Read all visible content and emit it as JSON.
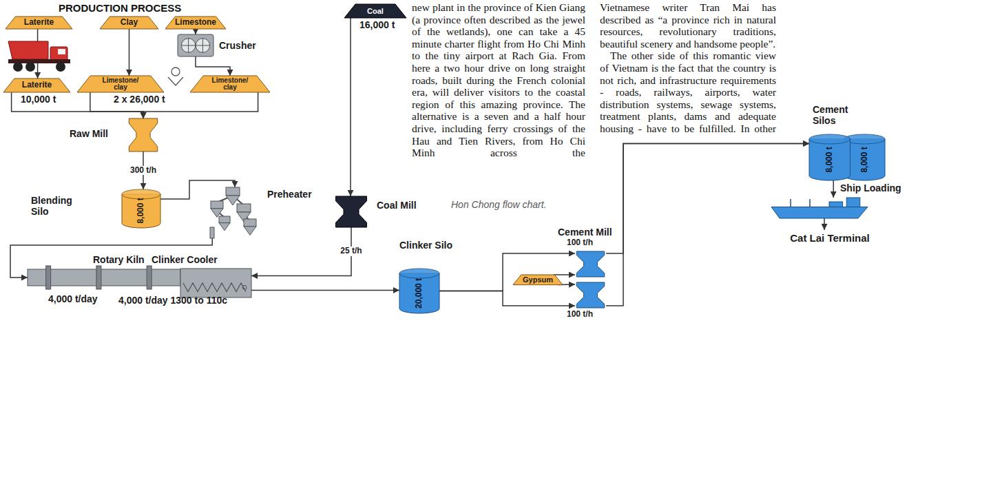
{
  "diagram": {
    "title": "PRODUCTION PROCESS",
    "caption": "Hon Chong flow chart.",
    "nodes": [
      {
        "text": [
          "Laterite"
        ]
      },
      {
        "text": [
          "Clay"
        ]
      },
      {
        "text": [
          "Limestone"
        ]
      },
      {
        "text": [
          "Coal",
          "16,000 t"
        ]
      },
      {
        "text": [
          "Crusher"
        ]
      },
      {
        "text": [
          "Laterite",
          "10,000 t"
        ]
      },
      {
        "text": [
          "Limestone/ clay"
        ]
      },
      {
        "text": [
          "Limestone/ clay"
        ]
      },
      {
        "text": [
          "Raw Mill"
        ]
      },
      {
        "text": [
          "Blending Silo",
          "8,000 t"
        ]
      },
      {
        "text": [
          "Preheater"
        ]
      },
      {
        "text": [
          "Coal Mill"
        ]
      },
      {
        "text": [
          "Rotary Kiln",
          "4,000 t/day"
        ]
      },
      {
        "text": [
          "Clinker Cooler",
          "4,000 t/day 1300 to 110c"
        ]
      },
      {
        "text": [
          "Clinker Silo",
          "20,000 t"
        ]
      },
      {
        "text": [
          "Gypsum"
        ]
      },
      {
        "text": [
          "Cement Mill",
          "100 t/h"
        ]
      },
      {
        "text": [
          "100 t/h"
        ]
      },
      {
        "text": [
          "Cement Silos",
          "8,000 t",
          "8,000 t"
        ]
      },
      {
        "text": [
          "Ship Loading"
        ]
      },
      {
        "text": [
          "Cat Lai Terminal"
        ]
      }
    ],
    "edges": [
      {
        "from": 0,
        "to": 5,
        "arrow": "to"
      },
      {
        "from": 1,
        "to": 6,
        "arrow": "to"
      },
      {
        "from": 2,
        "to": 4,
        "arrow": "to"
      },
      {
        "from": 4,
        "to": 7,
        "arrow": "to"
      },
      {
        "from": 5,
        "to": 8,
        "arrow": "to"
      },
      {
        "from": 6,
        "to": 8,
        "arrow": "to"
      },
      {
        "from": 7,
        "to": 8,
        "arrow": "to"
      },
      {
        "from": 8,
        "to": 9,
        "label": "300 t/h",
        "arrow": "to"
      },
      {
        "from": 9,
        "to": 10,
        "arrow": "to"
      },
      {
        "from": 10,
        "to": 12,
        "arrow": "to"
      },
      {
        "from": 3,
        "to": 11,
        "arrow": "to"
      },
      {
        "from": 11,
        "to": 13,
        "label": "25 t/h",
        "arrow": "to"
      },
      {
        "from": 13,
        "to": 14,
        "arrow": "to"
      },
      {
        "from": 14,
        "to": 16,
        "arrow": "to"
      },
      {
        "from": 14,
        "to": 17,
        "arrow": "to"
      },
      {
        "from": 15,
        "to": 16,
        "arrow": "to"
      },
      {
        "from": 15,
        "to": 17,
        "arrow": "to"
      },
      {
        "from": 16,
        "to": 18,
        "arrow": "to"
      },
      {
        "from": 17,
        "to": 18,
        "arrow": "to"
      },
      {
        "from": 18,
        "to": 19,
        "arrow": "to"
      },
      {
        "from": 19,
        "to": 20,
        "arrow": "to"
      }
    ],
    "labels": [
      "2 x 26,000 t",
      "new plant in the province of Kien Giang (a province often described as the jewel of the wetlands), one can take a 45 minute charter flight from Ho Chi Minh to the tiny airport at Rach Gia. From here a two hour drive on long straight roads, built during the French colonial era, will deliver visitors to the coastal region of this amazing province. The alternative is a seven and a half hour drive, including ferry crossings of the Hau and Tien Rivers, from Ho Chi Minh across the",
      "Vietnamese writer Tran Mai has described as “a province rich in natural resources, revolutionary traditions, beautiful scenery and handsome people”.",
      "The other side of this romantic view of Vietnam is the fact that the country is not rich, and infrastructure requirements - roads, railways, airports, water distribution systems, sewage systems, treatment plants, dams and adequate housing - have to be fulfilled. In other"
    ]
  }
}
